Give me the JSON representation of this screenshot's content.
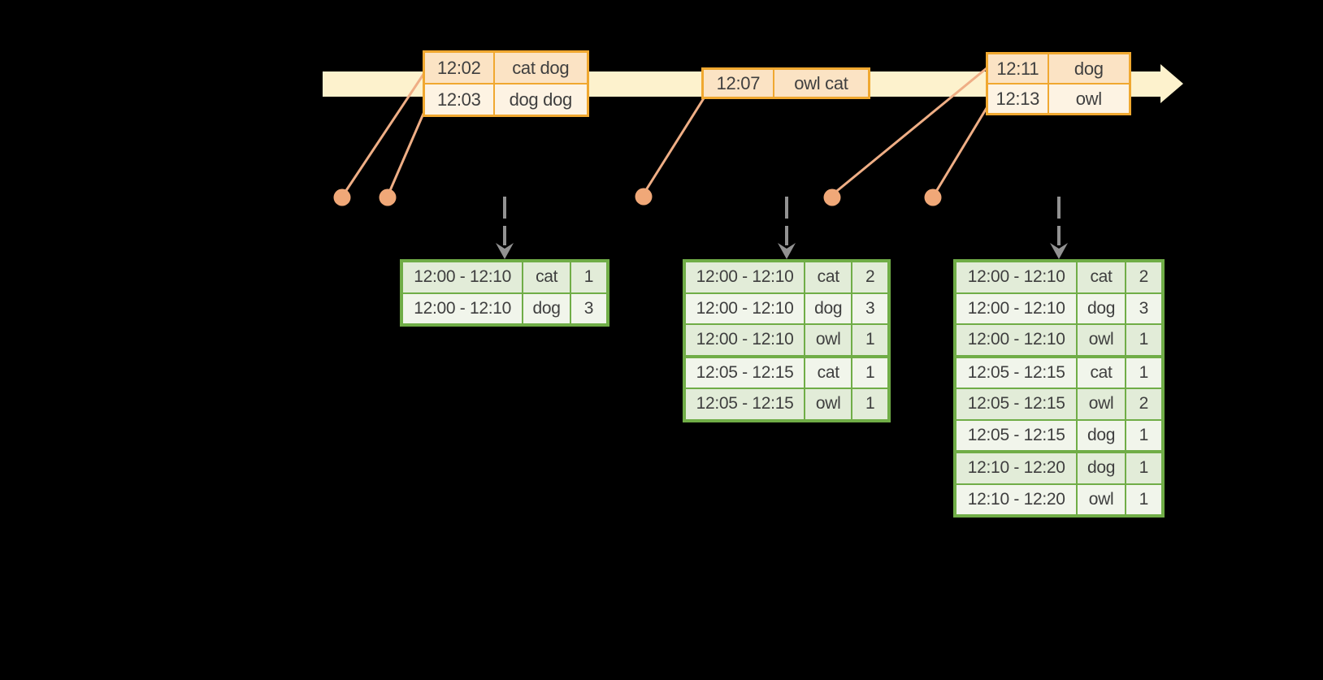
{
  "colors": {
    "bg": "#000000",
    "band": "#FDF2CD",
    "gold": "#F0A830",
    "peach-dark": "#FBE3C4",
    "peach-light": "#FDF3E3",
    "salmon-line": "#EFAE85",
    "salmon-dot": "#F0A878",
    "green": "#70AD47",
    "green-dark": "#E2ECD8",
    "green-light": "#F1F5EB",
    "gray": "#929292",
    "ink": "#3F3F3F"
  },
  "event_tables": [
    {
      "rows": [
        [
          "12:02",
          "cat dog"
        ],
        [
          "12:03",
          "dog dog"
        ]
      ]
    },
    {
      "rows": [
        [
          "12:07",
          "owl cat"
        ]
      ]
    },
    {
      "rows": [
        [
          "12:11",
          "dog"
        ],
        [
          "12:13",
          "owl"
        ]
      ]
    }
  ],
  "result_tables": [
    {
      "rows": [
        [
          "12:00 - 12:10",
          "cat",
          "1"
        ],
        [
          "12:00 - 12:10",
          "dog",
          "3"
        ]
      ],
      "group_breaks": []
    },
    {
      "rows": [
        [
          "12:00 - 12:10",
          "cat",
          "2"
        ],
        [
          "12:00 - 12:10",
          "dog",
          "3"
        ],
        [
          "12:00 - 12:10",
          "owl",
          "1"
        ],
        [
          "12:05 - 12:15",
          "cat",
          "1"
        ],
        [
          "12:05 - 12:15",
          "owl",
          "1"
        ]
      ],
      "group_breaks": [
        3
      ]
    },
    {
      "rows": [
        [
          "12:00 - 12:10",
          "cat",
          "2"
        ],
        [
          "12:00 - 12:10",
          "dog",
          "3"
        ],
        [
          "12:00 - 12:10",
          "owl",
          "1"
        ],
        [
          "12:05 - 12:15",
          "cat",
          "1"
        ],
        [
          "12:05 - 12:15",
          "owl",
          "2"
        ],
        [
          "12:05 - 12:15",
          "dog",
          "1"
        ],
        [
          "12:10 - 12:20",
          "dog",
          "1"
        ],
        [
          "12:10 - 12:20",
          "owl",
          "1"
        ]
      ],
      "group_breaks": [
        3,
        6
      ]
    }
  ]
}
